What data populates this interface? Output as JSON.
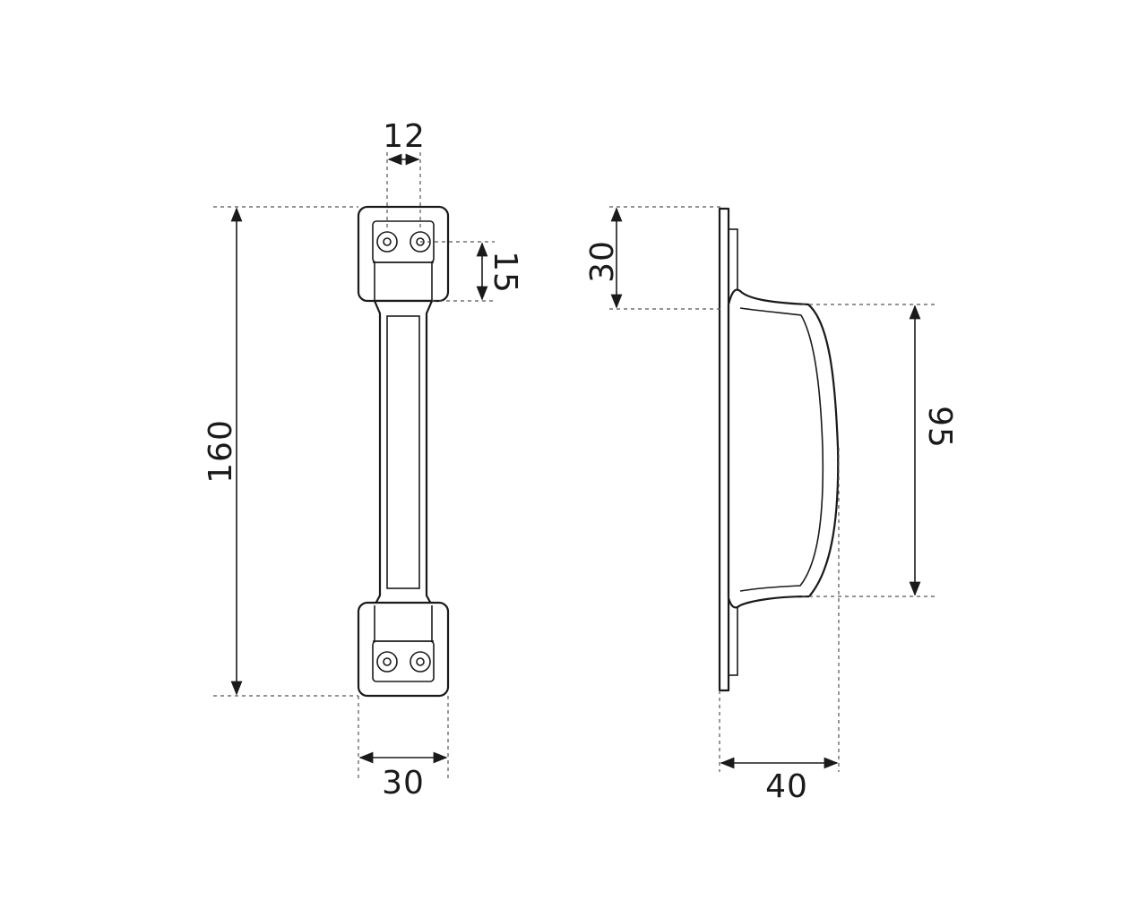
{
  "front_view": {
    "height_label": "160",
    "width_label": "30",
    "hole_spacing_label": "12",
    "plate_hole_offset_label": "15"
  },
  "side_view": {
    "plate_length_label": "30",
    "grip_length_label": "95",
    "depth_label": "40"
  },
  "colors": {
    "line": "#1a1a1a",
    "extension_line": "#555555",
    "background": "#ffffff"
  }
}
